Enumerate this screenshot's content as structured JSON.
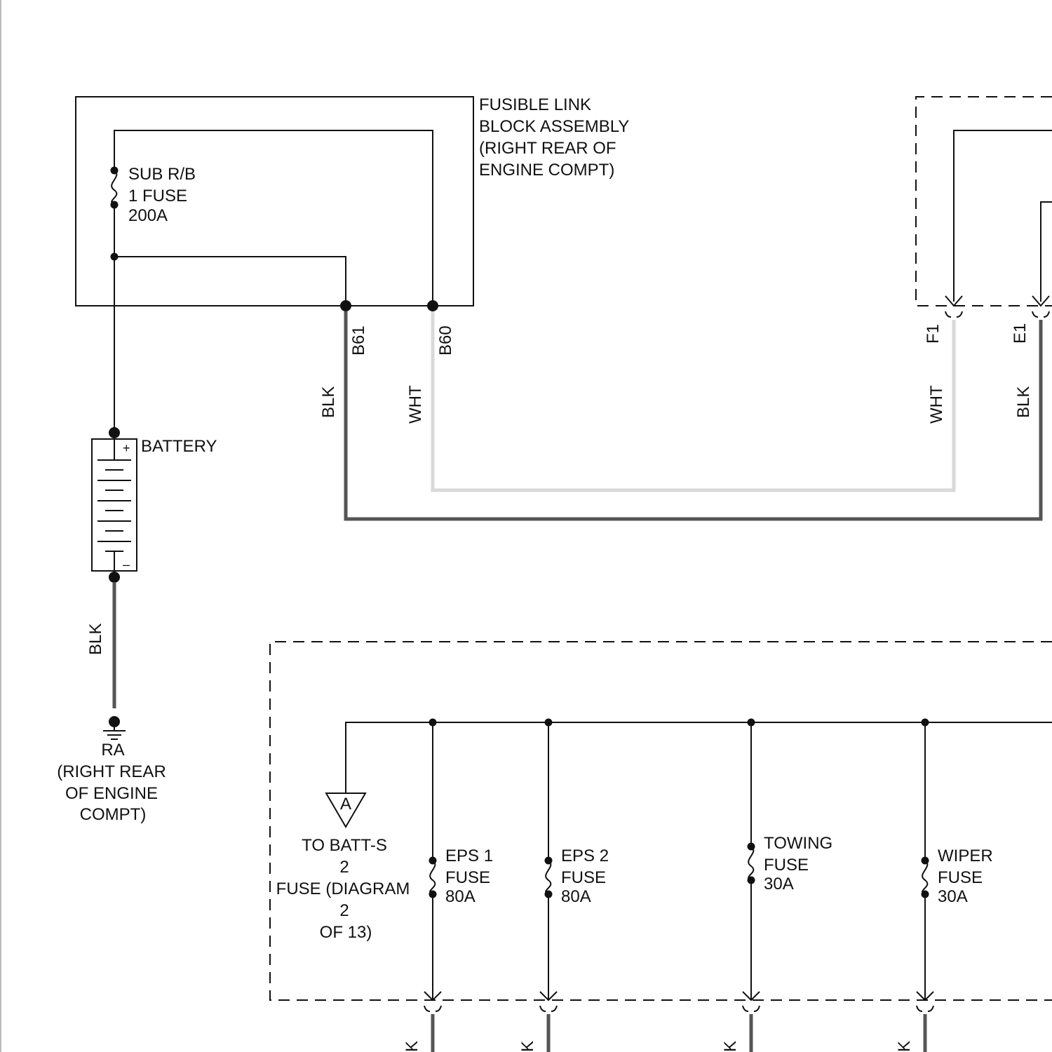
{
  "fusible_link_block": {
    "title_lines": [
      "FUSIBLE LINK",
      "BLOCK ASSEMBLY",
      "(RIGHT REAR OF",
      "ENGINE COMPT)"
    ],
    "sub_rb_fuse": [
      "SUB R/B",
      "1 FUSE",
      "200A"
    ]
  },
  "battery": {
    "label": "BATTERY",
    "plus": "+",
    "minus": "–"
  },
  "ground": {
    "lines": [
      "RA",
      "(RIGHT REAR",
      "OF ENGINE",
      "COMPT)"
    ]
  },
  "terminals": {
    "b61": "B61",
    "b60": "B60",
    "f1": "F1",
    "e1": "E1"
  },
  "wire_colors": {
    "b61_wire": "BLK",
    "b60_wire": "WHT",
    "f1_wire": "WHT",
    "e1_wire": "BLK",
    "battery_ground_wire": "BLK",
    "bottom_1": "K",
    "bottom_2": "K",
    "bottom_3": "K",
    "bottom_4": "K"
  },
  "connector_a": {
    "letter": "A",
    "lines": [
      "TO BATT-S",
      "2",
      "FUSE (DIAGRAM",
      "2",
      "OF 13)"
    ]
  },
  "fuses": [
    {
      "lines": [
        "EPS 1",
        "FUSE",
        "80A"
      ]
    },
    {
      "lines": [
        "EPS 2",
        "FUSE",
        "80A"
      ]
    },
    {
      "lines": [
        "TOWING",
        "FUSE",
        "30A"
      ]
    },
    {
      "lines": [
        "WIPER",
        "FUSE",
        "30A"
      ]
    }
  ],
  "colors": {
    "blk_wire": "#555555",
    "wht_wire": "#d9d9d9",
    "line": "#111111"
  }
}
